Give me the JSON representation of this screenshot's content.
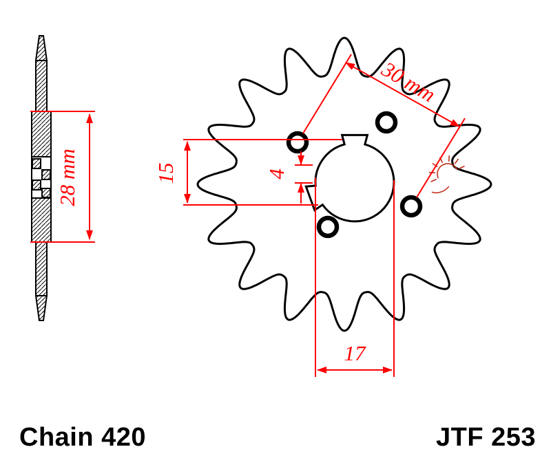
{
  "drawing": {
    "title_left": "Chain 420",
    "title_right": "JTF 253",
    "dims": {
      "hub_width": "28 mm",
      "bolt_spacing": "30 mm",
      "keyway_span": "15",
      "keyway_gap": "4",
      "bore_diameter": "17"
    },
    "colors": {
      "dimension": "#ff0000",
      "outline": "#000000",
      "logo_stamp": "#c2301e"
    },
    "logo_icon": "rising-sun-stamp-icon"
  }
}
